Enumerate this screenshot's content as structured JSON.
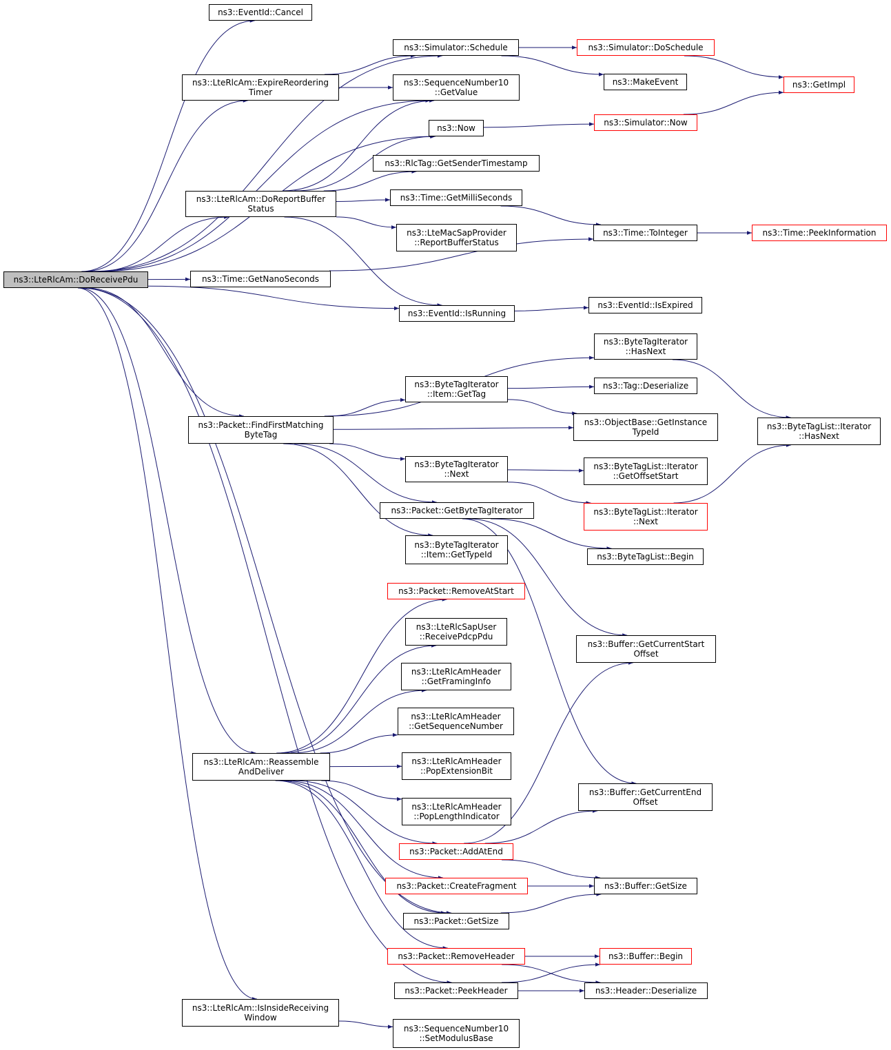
{
  "edge_color": "#191970",
  "nodes": [
    {
      "id": "root",
      "lines": [
        "ns3::LteRlcAm::DoReceivePdu"
      ],
      "style": "root"
    },
    {
      "id": "cancel",
      "lines": [
        "ns3::EventId::Cancel"
      ],
      "style": "normal"
    },
    {
      "id": "schedule",
      "lines": [
        "ns3::Simulator::Schedule"
      ],
      "style": "normal"
    },
    {
      "id": "doschedule",
      "lines": [
        "ns3::Simulator::DoSchedule"
      ],
      "style": "red"
    },
    {
      "id": "getimpl",
      "lines": [
        "ns3::GetImpl"
      ],
      "style": "red"
    },
    {
      "id": "makeevent",
      "lines": [
        "ns3::MakeEvent"
      ],
      "style": "normal"
    },
    {
      "id": "expire",
      "lines": [
        "ns3::LteRlcAm::ExpireReordering",
        "Timer"
      ],
      "style": "normal"
    },
    {
      "id": "seqgetvalue",
      "lines": [
        "ns3::SequenceNumber10",
        "::GetValue"
      ],
      "style": "normal"
    },
    {
      "id": "now",
      "lines": [
        "ns3::Now"
      ],
      "style": "normal"
    },
    {
      "id": "simnow",
      "lines": [
        "ns3::Simulator::Now"
      ],
      "style": "red"
    },
    {
      "id": "rlctag",
      "lines": [
        "ns3::RlcTag::GetSenderTimestamp"
      ],
      "style": "normal"
    },
    {
      "id": "doreport",
      "lines": [
        "ns3::LteRlcAm::DoReportBuffer",
        "Status"
      ],
      "style": "normal"
    },
    {
      "id": "getms",
      "lines": [
        "ns3::Time::GetMilliSeconds"
      ],
      "style": "normal"
    },
    {
      "id": "macsap",
      "lines": [
        "ns3::LteMacSapProvider",
        "::ReportBufferStatus"
      ],
      "style": "normal"
    },
    {
      "id": "tointeger",
      "lines": [
        "ns3::Time::ToInteger"
      ],
      "style": "normal"
    },
    {
      "id": "peekinfo",
      "lines": [
        "ns3::Time::PeekInformation"
      ],
      "style": "red"
    },
    {
      "id": "getns",
      "lines": [
        "ns3::Time::GetNanoSeconds"
      ],
      "style": "normal"
    },
    {
      "id": "isrunning",
      "lines": [
        "ns3::EventId::IsRunning"
      ],
      "style": "normal"
    },
    {
      "id": "isexpired",
      "lines": [
        "ns3::EventId::IsExpired"
      ],
      "style": "normal"
    },
    {
      "id": "bthasnext",
      "lines": [
        "ns3::ByteTagIterator",
        "::HasNext"
      ],
      "style": "normal"
    },
    {
      "id": "itemgettag",
      "lines": [
        "ns3::ByteTagIterator",
        "::Item::GetTag"
      ],
      "style": "normal"
    },
    {
      "id": "tagdeser",
      "lines": [
        "ns3::Tag::Deserialize"
      ],
      "style": "normal"
    },
    {
      "id": "findfirst",
      "lines": [
        "ns3::Packet::FindFirstMatching",
        "ByteTag"
      ],
      "style": "normal"
    },
    {
      "id": "objbase",
      "lines": [
        "ns3::ObjectBase::GetInstance",
        "TypeId"
      ],
      "style": "normal"
    },
    {
      "id": "btlhasnext",
      "lines": [
        "ns3::ByteTagList::Iterator",
        "::HasNext"
      ],
      "style": "normal"
    },
    {
      "id": "btnext",
      "lines": [
        "ns3::ByteTagIterator",
        "::Next"
      ],
      "style": "normal"
    },
    {
      "id": "btloffset",
      "lines": [
        "ns3::ByteTagList::Iterator",
        "::GetOffsetStart"
      ],
      "style": "normal"
    },
    {
      "id": "getbti",
      "lines": [
        "ns3::Packet::GetByteTagIterator"
      ],
      "style": "normal"
    },
    {
      "id": "btlnext",
      "lines": [
        "ns3::ByteTagList::Iterator",
        "::Next"
      ],
      "style": "red"
    },
    {
      "id": "btlbegin",
      "lines": [
        "ns3::ByteTagList::Begin"
      ],
      "style": "normal"
    },
    {
      "id": "itemgettypeid",
      "lines": [
        "ns3::ByteTagIterator",
        "::Item::GetTypeId"
      ],
      "style": "normal"
    },
    {
      "id": "removeatstart",
      "lines": [
        "ns3::Packet::RemoveAtStart"
      ],
      "style": "red"
    },
    {
      "id": "rcvpdcp",
      "lines": [
        "ns3::LteRlcSapUser",
        "::ReceivePdcpPdu"
      ],
      "style": "normal"
    },
    {
      "id": "framing",
      "lines": [
        "ns3::LteRlcAmHeader",
        "::GetFramingInfo"
      ],
      "style": "normal"
    },
    {
      "id": "bufstart",
      "lines": [
        "ns3::Buffer::GetCurrentStart",
        "Offset"
      ],
      "style": "normal"
    },
    {
      "id": "seqnum",
      "lines": [
        "ns3::LteRlcAmHeader",
        "::GetSequenceNumber"
      ],
      "style": "normal"
    },
    {
      "id": "reassemble",
      "lines": [
        "ns3::LteRlcAm::Reassemble",
        "AndDeliver"
      ],
      "style": "normal"
    },
    {
      "id": "popext",
      "lines": [
        "ns3::LteRlcAmHeader",
        "::PopExtensionBit"
      ],
      "style": "normal"
    },
    {
      "id": "bufend",
      "lines": [
        "ns3::Buffer::GetCurrentEnd",
        "Offset"
      ],
      "style": "normal"
    },
    {
      "id": "poplen",
      "lines": [
        "ns3::LteRlcAmHeader",
        "::PopLengthIndicator"
      ],
      "style": "normal"
    },
    {
      "id": "addatend",
      "lines": [
        "ns3::Packet::AddAtEnd"
      ],
      "style": "red"
    },
    {
      "id": "createfrag",
      "lines": [
        "ns3::Packet::CreateFragment"
      ],
      "style": "red"
    },
    {
      "id": "bufgetsize",
      "lines": [
        "ns3::Buffer::GetSize"
      ],
      "style": "normal"
    },
    {
      "id": "pktgetsize",
      "lines": [
        "ns3::Packet::GetSize"
      ],
      "style": "normal"
    },
    {
      "id": "removeheader",
      "lines": [
        "ns3::Packet::RemoveHeader"
      ],
      "style": "red"
    },
    {
      "id": "bufbegin",
      "lines": [
        "ns3::Buffer::Begin"
      ],
      "style": "red"
    },
    {
      "id": "peekheader",
      "lines": [
        "ns3::Packet::PeekHeader"
      ],
      "style": "normal"
    },
    {
      "id": "hdrdeser",
      "lines": [
        "ns3::Header::Deserialize"
      ],
      "style": "normal"
    },
    {
      "id": "isinside",
      "lines": [
        "ns3::LteRlcAm::IsInsideReceiving",
        "Window"
      ],
      "style": "normal"
    },
    {
      "id": "setmod",
      "lines": [
        "ns3::SequenceNumber10",
        "::SetModulusBase"
      ],
      "style": "normal"
    }
  ],
  "edges": [
    [
      "root",
      "cancel"
    ],
    [
      "root",
      "schedule"
    ],
    [
      "root",
      "expire"
    ],
    [
      "root",
      "seqgetvalue"
    ],
    [
      "root",
      "now"
    ],
    [
      "root",
      "doreport"
    ],
    [
      "root",
      "getns"
    ],
    [
      "root",
      "isrunning"
    ],
    [
      "root",
      "findfirst"
    ],
    [
      "root",
      "reassemble"
    ],
    [
      "root",
      "pktgetsize"
    ],
    [
      "root",
      "peekheader"
    ],
    [
      "root",
      "isinside"
    ],
    [
      "schedule",
      "doschedule"
    ],
    [
      "schedule",
      "makeevent"
    ],
    [
      "doschedule",
      "getimpl"
    ],
    [
      "expire",
      "schedule"
    ],
    [
      "expire",
      "seqgetvalue"
    ],
    [
      "now",
      "simnow"
    ],
    [
      "simnow",
      "getimpl"
    ],
    [
      "doreport",
      "seqgetvalue"
    ],
    [
      "doreport",
      "now"
    ],
    [
      "doreport",
      "rlctag"
    ],
    [
      "doreport",
      "getms"
    ],
    [
      "doreport",
      "macsap"
    ],
    [
      "doreport",
      "isrunning"
    ],
    [
      "getms",
      "tointeger"
    ],
    [
      "tointeger",
      "peekinfo"
    ],
    [
      "getns",
      "tointeger"
    ],
    [
      "isrunning",
      "isexpired"
    ],
    [
      "findfirst",
      "bthasnext"
    ],
    [
      "findfirst",
      "itemgettag"
    ],
    [
      "findfirst",
      "objbase"
    ],
    [
      "findfirst",
      "btnext"
    ],
    [
      "findfirst",
      "getbti"
    ],
    [
      "findfirst",
      "itemgettypeid"
    ],
    [
      "itemgettag",
      "tagdeser"
    ],
    [
      "itemgettag",
      "objbase"
    ],
    [
      "bthasnext",
      "btlhasnext"
    ],
    [
      "btnext",
      "btloffset"
    ],
    [
      "btnext",
      "btlnext"
    ],
    [
      "btlnext",
      "btlhasnext"
    ],
    [
      "getbti",
      "btlbegin"
    ],
    [
      "getbti",
      "bufstart"
    ],
    [
      "getbti",
      "bufend"
    ],
    [
      "reassemble",
      "removeatstart"
    ],
    [
      "reassemble",
      "rcvpdcp"
    ],
    [
      "reassemble",
      "framing"
    ],
    [
      "reassemble",
      "seqnum"
    ],
    [
      "reassemble",
      "popext"
    ],
    [
      "reassemble",
      "poplen"
    ],
    [
      "reassemble",
      "addatend"
    ],
    [
      "reassemble",
      "createfrag"
    ],
    [
      "reassemble",
      "pktgetsize"
    ],
    [
      "reassemble",
      "removeheader"
    ],
    [
      "addatend",
      "bufstart"
    ],
    [
      "addatend",
      "bufend"
    ],
    [
      "addatend",
      "bufgetsize"
    ],
    [
      "createfrag",
      "bufgetsize"
    ],
    [
      "pktgetsize",
      "bufgetsize"
    ],
    [
      "removeheader",
      "bufbegin"
    ],
    [
      "removeheader",
      "hdrdeser"
    ],
    [
      "peekheader",
      "bufbegin"
    ],
    [
      "peekheader",
      "hdrdeser"
    ],
    [
      "isinside",
      "setmod"
    ]
  ]
}
